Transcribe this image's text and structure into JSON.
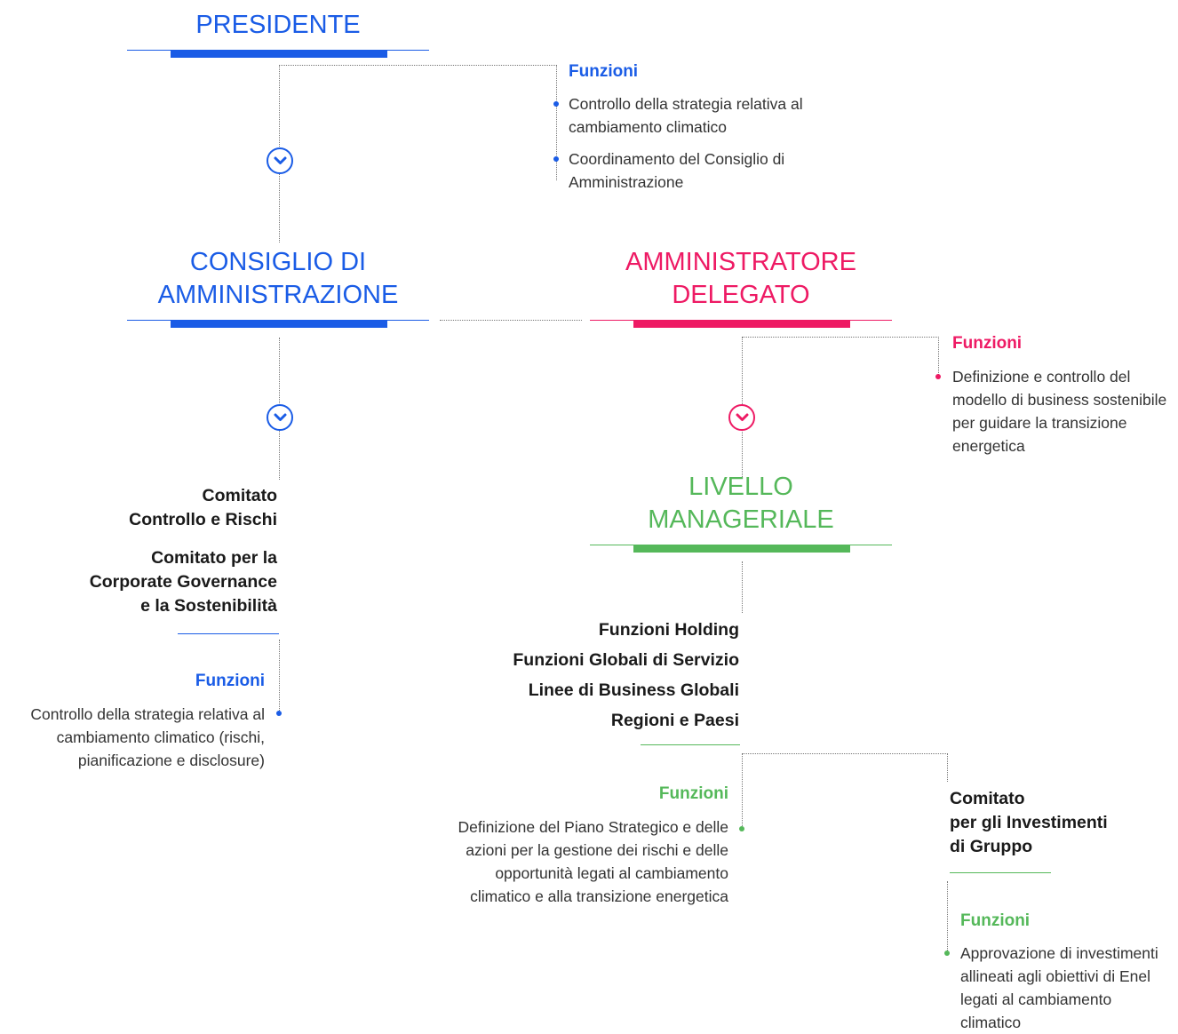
{
  "colors": {
    "blue": "#1a5ce6",
    "pink": "#ee1a64",
    "green": "#55b85a",
    "dotted": "#777777"
  },
  "presidente": {
    "title": "PRESIDENTE",
    "funzioni_label": "Funzioni",
    "items": [
      "Controllo della strategia relativa al cambiamento climatico",
      "Coordinamento del Consiglio di Amministrazione"
    ]
  },
  "consiglio": {
    "title_line1": "CONSIGLIO DI",
    "title_line2": "AMMINISTRAZIONE",
    "committee1_line1": "Comitato",
    "committee1_line2": "Controllo e Rischi",
    "committee2_line1": "Comitato per la",
    "committee2_line2": "Corporate Governance",
    "committee2_line3": "e la Sostenibilità",
    "funzioni_label": "Funzioni",
    "funzioni_text": "Controllo della strategia relativa al cambiamento climatico (rischi, pianificazione e disclosure)"
  },
  "ad": {
    "title_line1": "AMMINISTRATORE",
    "title_line2": "DELEGATO",
    "funzioni_label": "Funzioni",
    "funzioni_text": "Definizione e controllo del modello di business sostenibile per guidare la transizione energetica"
  },
  "manageriale": {
    "title_line1": "LIVELLO",
    "title_line2": "MANAGERIALE",
    "units": [
      "Funzioni Holding",
      "Funzioni Globali di Servizio",
      "Linee di Business Globali",
      "Regioni e Paesi"
    ],
    "funzioni_label": "Funzioni",
    "funzioni_text": "Definizione del Piano Strategico e delle azioni per la gestione dei rischi e delle opportunità legati al cambiamento climatico e alla transizione energetica",
    "committee_line1": "Comitato",
    "committee_line2": "per gli Investimenti",
    "committee_line3": "di Gruppo",
    "committee_funzioni_label": "Funzioni",
    "committee_funzioni_text": "Approvazione di investimenti allineati agli obiettivi di Enel legati al cambiamento climatico"
  },
  "icons": {
    "chevron": "chevron-down-icon"
  }
}
